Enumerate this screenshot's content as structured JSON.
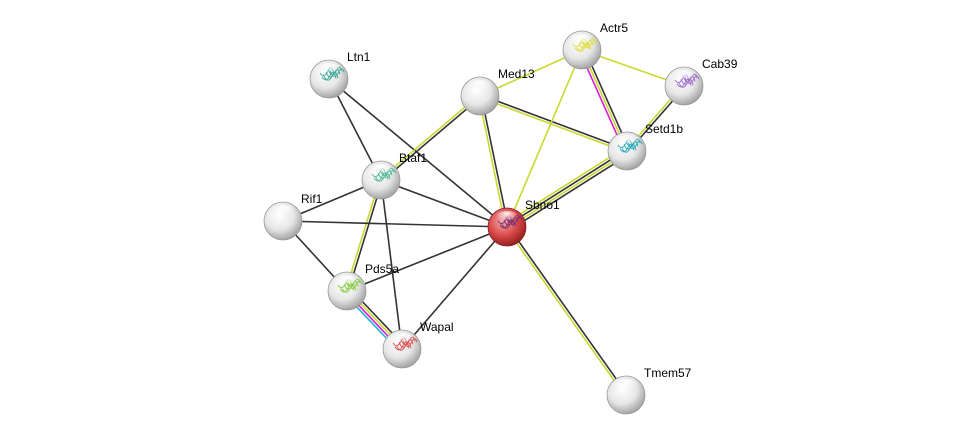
{
  "colors": {
    "textmining": "#c7d92e",
    "database": "#222222",
    "experiments": "#d91ad9",
    "coexpression": "#222222",
    "curated": "#1fb5d9",
    "query_node": "#d33a3a",
    "node": "#e8e8e8"
  },
  "nodes": [
    {
      "id": "Ltn1",
      "label": "Ltn1",
      "query": false,
      "structure": "#4a9"
    },
    {
      "id": "Med13",
      "label": "Med13",
      "query": false,
      "structure": null
    },
    {
      "id": "Actr5",
      "label": "Actr5",
      "query": false,
      "structure": "#dddd40"
    },
    {
      "id": "Cab39",
      "label": "Cab39",
      "query": false,
      "structure": "#a070d0"
    },
    {
      "id": "Setd1b",
      "label": "Setd1b",
      "query": false,
      "structure": "#3ab"
    },
    {
      "id": "Btaf1",
      "label": "Btaf1",
      "query": false,
      "structure": "#5b9"
    },
    {
      "id": "Rif1",
      "label": "Rif1",
      "query": false,
      "structure": null
    },
    {
      "id": "Sbno1",
      "label": "Sbno1",
      "query": true,
      "structure": "#7a3070"
    },
    {
      "id": "Pds5a",
      "label": "Pds5a",
      "query": false,
      "structure": "#8c4"
    },
    {
      "id": "Wapal",
      "label": "Wapal",
      "query": false,
      "structure": "#d55"
    },
    {
      "id": "Tmem57",
      "label": "Tmem57",
      "query": false,
      "structure": null
    }
  ],
  "edges": [
    {
      "a": "Ltn1",
      "b": "Btaf1",
      "colors": [
        "#333333"
      ]
    },
    {
      "a": "Ltn1",
      "b": "Sbno1",
      "colors": [
        "#333333"
      ]
    },
    {
      "a": "Med13",
      "b": "Btaf1",
      "colors": [
        "#333333",
        "#c7d92e"
      ]
    },
    {
      "a": "Med13",
      "b": "Sbno1",
      "colors": [
        "#333333",
        "#c7d92e"
      ]
    },
    {
      "a": "Med13",
      "b": "Setd1b",
      "colors": [
        "#333333",
        "#c7d92e"
      ]
    },
    {
      "a": "Med13",
      "b": "Actr5",
      "colors": [
        "#c7d92e"
      ]
    },
    {
      "a": "Actr5",
      "b": "Setd1b",
      "colors": [
        "#333333",
        "#c7d92e",
        "#d91ad9"
      ]
    },
    {
      "a": "Actr5",
      "b": "Cab39",
      "colors": [
        "#c7d92e"
      ]
    },
    {
      "a": "Actr5",
      "b": "Sbno1",
      "colors": [
        "#c7d92e"
      ]
    },
    {
      "a": "Cab39",
      "b": "Setd1b",
      "colors": [
        "#333333",
        "#c7d92e"
      ]
    },
    {
      "a": "Setd1b",
      "b": "Sbno1",
      "colors": [
        "#333333",
        "#c7d92e",
        "#333333",
        "#c7d92e"
      ]
    },
    {
      "a": "Btaf1",
      "b": "Sbno1",
      "colors": [
        "#333333"
      ]
    },
    {
      "a": "Btaf1",
      "b": "Rif1",
      "colors": [
        "#333333"
      ]
    },
    {
      "a": "Btaf1",
      "b": "Pds5a",
      "colors": [
        "#333333",
        "#c7d92e"
      ]
    },
    {
      "a": "Btaf1",
      "b": "Wapal",
      "colors": [
        "#333333"
      ]
    },
    {
      "a": "Rif1",
      "b": "Sbno1",
      "colors": [
        "#333333"
      ]
    },
    {
      "a": "Rif1",
      "b": "Pds5a",
      "colors": [
        "#333333"
      ]
    },
    {
      "a": "Pds5a",
      "b": "Sbno1",
      "colors": [
        "#333333"
      ]
    },
    {
      "a": "Pds5a",
      "b": "Wapal",
      "colors": [
        "#333333",
        "#c7d92e",
        "#d91ad9",
        "#1fb5d9"
      ]
    },
    {
      "a": "Wapal",
      "b": "Sbno1",
      "colors": [
        "#333333"
      ]
    },
    {
      "a": "Sbno1",
      "b": "Tmem57",
      "colors": [
        "#333333",
        "#c7d92e"
      ]
    }
  ]
}
